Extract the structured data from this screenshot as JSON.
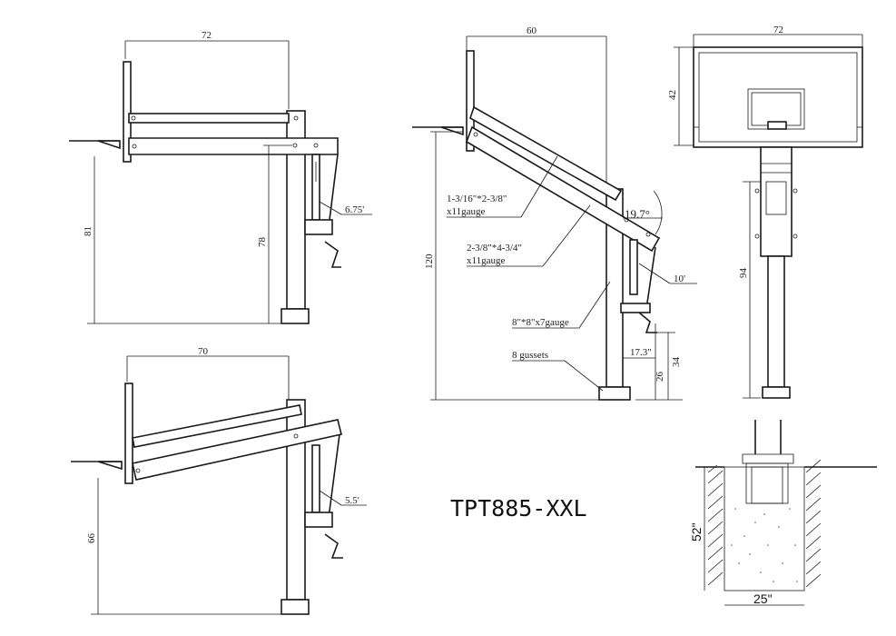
{
  "model": "TPT885-XXL",
  "view_top_left": {
    "width_dim": "72",
    "rim_height_dim": "81",
    "post_height_dim": "78",
    "ram_length": "6.75'"
  },
  "view_bottom_left": {
    "width_dim": "70",
    "rim_height_dim": "66",
    "ram_length": "5.5'"
  },
  "view_side": {
    "extension_dim": "60",
    "height_dim": "120",
    "upper_arm_note": [
      "1-3/16\"*2-3/8\"",
      "x11gauge"
    ],
    "lower_arm_note": [
      "2-3/8\"*4-3/4\"",
      "x11gauge"
    ],
    "angle": "19.7°",
    "ram_length": "10'",
    "pole_note": "8\"*8\"x7gauge",
    "gusset_note": "8 gussets",
    "crank_offset": "17.3\"",
    "crank_height_1": "26",
    "crank_height_2": "34"
  },
  "view_front": {
    "board_width": "72",
    "board_height": "42",
    "bottom_height": "94"
  },
  "foundation": {
    "depth": "52\"",
    "width": "25\""
  }
}
